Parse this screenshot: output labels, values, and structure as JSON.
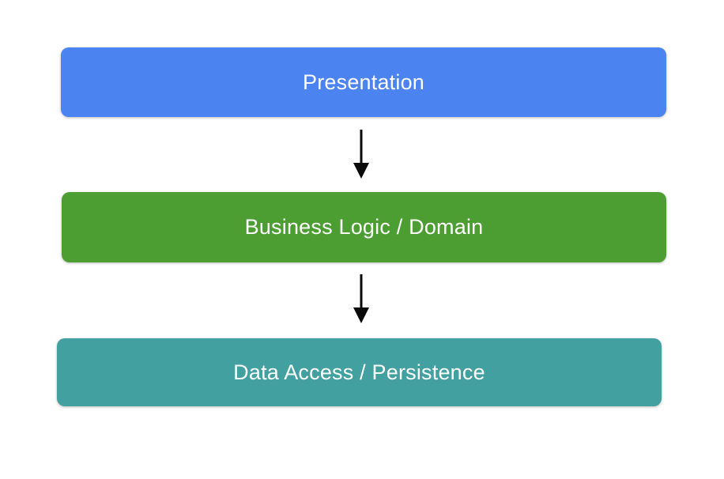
{
  "diagram": {
    "title": "layered-architecture",
    "background_color": "#ffffff",
    "text_color": "#ffffff",
    "arrow_color": "#0a0a0a",
    "layers": [
      {
        "label": "Presentation",
        "color": "#4b83f0"
      },
      {
        "label": "Business Logic / Domain",
        "color": "#4d9e32"
      },
      {
        "label": "Data Access / Persistence",
        "color": "#43a0a1"
      }
    ],
    "connections": [
      {
        "from": "Presentation",
        "to": "Business Logic / Domain",
        "direction": "down"
      },
      {
        "from": "Business Logic / Domain",
        "to": "Data Access / Persistence",
        "direction": "down"
      }
    ]
  }
}
